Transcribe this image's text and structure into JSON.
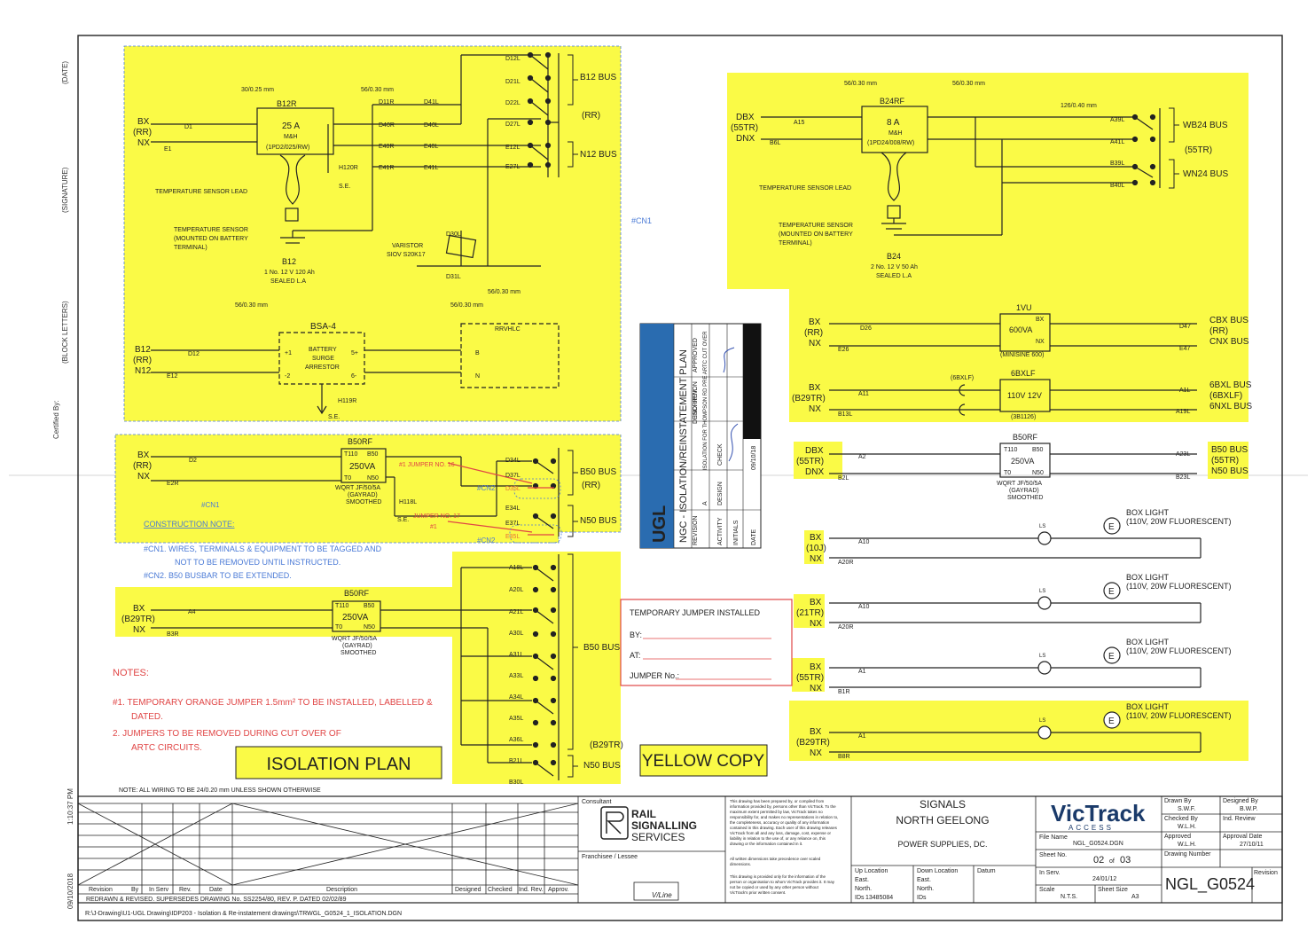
{
  "colors": {
    "highlight": "#fafa46",
    "red": "#e04545",
    "blue": "#4a7ad6",
    "ink": "#222222",
    "orange": "#e8703a"
  },
  "margin_labels": {
    "date": "(DATE)",
    "signature": "(SIGNATURE)",
    "block": "(BLOCK LETTERS)",
    "certified": "Certified By:"
  },
  "left": {
    "bx_rr_nx": [
      "BX",
      "(RR)",
      "NX"
    ],
    "cable_30": "30/0.25 mm",
    "cable_56a": "56/0.30 mm",
    "b12r": "B12R",
    "fuse_amp": "25 A",
    "fuse_type": "M&H",
    "fuse_part": "(1PD2/025/RW)",
    "term_left": [
      "D1",
      "E1"
    ],
    "mid_r": [
      "D11R",
      "D40R",
      "E40R",
      "E41R"
    ],
    "mid_l": [
      "D41L",
      "D40L",
      "E40L",
      "E41L"
    ],
    "bus_l": [
      "D12L",
      "D21L",
      "D22L",
      "D27L",
      "E12L",
      "E27L"
    ],
    "b12_bus": "B12 BUS",
    "rr": "(RR)",
    "n12_bus": "N12 BUS",
    "h120r": "H120R",
    "se": "S.E.",
    "temp_lead": "TEMPERATURE SENSOR LEAD",
    "temp_sensor": [
      "TEMPERATURE SENSOR",
      "(MOUNTED ON BATTERY",
      "TERMINAL)"
    ],
    "varistor": [
      "VARISTOR",
      "SIOV S20K17"
    ],
    "d30l": "D30L",
    "d31l": "D31L",
    "cable_56b": "56/0.30 mm",
    "battery": "B12",
    "battery_spec": [
      "1 No. 12 V 120 Ah",
      "SEALED L.A"
    ],
    "cn1": "#CN1",
    "b12_group": [
      "B12",
      "(RR)",
      "N12"
    ],
    "d12": "D12",
    "e12": "E12",
    "bsa4": "BSA-4",
    "arrestor": [
      "BATTERY",
      "SURGE",
      "ARRESTOR"
    ],
    "pm": [
      "+1",
      "-2",
      "5+",
      "6-"
    ],
    "rrvhlc": "RRVHLC",
    "bn": [
      "B",
      "N"
    ],
    "h119r": "H119R",
    "b50rf": "B50RF",
    "t110": "T110",
    "b50": "B50",
    "t0": "T0",
    "n50": "N50",
    "va250": "250VA",
    "wqrt": [
      "WQRT JF/50/5A",
      "(GAYRAD)",
      "SMOOTHED"
    ],
    "d2": "D2",
    "e2r": "E2R",
    "h118l": "H118L",
    "bus2": [
      "D34L",
      "D37L",
      "D35L",
      "E34L",
      "E37L",
      "E35L"
    ],
    "b50_bus": "B50 BUS",
    "n50_bus": "N50 BUS",
    "cn2": "#CN2",
    "jumper1": "#1 JUMPER NO. 16",
    "jumper2": "JUMPER NO. 17",
    "jumper2b": "#1",
    "construction": "CONSTRUCTION NOTE:",
    "cn_notes": [
      "#CN1.  WIRES, TERMINALS & EQUIPMENT TO BE TAGGED AND",
      "NOT TO BE REMOVED UNTIL INSTRUCTED.",
      "#CN2.  B50 BUSBAR TO BE EXTENDED."
    ],
    "b29tr_group": [
      "BX",
      "(B29TR)",
      "NX"
    ],
    "a4": "A4",
    "b3r": "B3R",
    "bus3": [
      "A18L",
      "A20L",
      "A21L",
      "A30L",
      "A31L",
      "A33L",
      "A34L",
      "A35L",
      "A36L",
      "B21L",
      "B30L"
    ],
    "b29tr": "(B29TR)",
    "notes_title": "NOTES:",
    "notes": [
      "#1. TEMPORARY ORANGE JUMPER 1.5mm² TO BE INSTALLED, LABELLED &",
      "DATED.",
      "2.   JUMPERS TO BE REMOVED DURING CUT OVER OF",
      "ARTC CIRCUITS."
    ],
    "isolation_plan": "ISOLATION PLAN",
    "wiring_note": "NOTE: ALL WIRING TO BE 24/0.20 mm UNLESS SHOWN OTHERWISE"
  },
  "temp_box": {
    "title": "TEMPORARY JUMPER INSTALLED",
    "by": "BY:",
    "at": "AT:",
    "jumper": "JUMPER No.:"
  },
  "yellow_copy": "YELLOW COPY",
  "rev": {
    "ugl": "UGL",
    "title": "NGC - ISOLATION/REINSTATEMENT PLAN",
    "cols": [
      "REVISION",
      "DESCRIPTION",
      "IND. REV.",
      "APPROVED"
    ],
    "rows": [
      "ACTIVITY",
      "DESIGN",
      "CHECK",
      "INITIALS",
      "DATE"
    ],
    "rev_a": "A",
    "desc": "ISOLATION FOR THOMPSON RD PRE ARTC CUT OVER",
    "date": "09/10/18"
  },
  "right": {
    "dbx_group": [
      "DBX",
      "(55TR)",
      "DNX"
    ],
    "a15": "A15",
    "b6l": "B6L",
    "cable_56a": "56/0.30 mm",
    "cable_56b": "56/0.30 mm",
    "cable_126": "126/0.40 mm",
    "b24rf": "B24RF",
    "fuse_amp": "8 A",
    "fuse_type": "M&H",
    "fuse_part": "(1PD24/008/RW)",
    "bus_t": [
      "A39L",
      "A41L",
      "B39L",
      "B40L"
    ],
    "wb24": "WB24 BUS",
    "tr55": "(55TR)",
    "wn24": "WN24 BUS",
    "temp_lead": "TEMPERATURE SENSOR LEAD",
    "temp_sensor": [
      "TEMPERATURE SENSOR",
      "(MOUNTED ON BATTERY",
      "TERMINAL)"
    ],
    "b24": "B24",
    "b24_spec": [
      "2 No. 12 V 50 Ah",
      "SEALED L.A"
    ],
    "vu": "1VU",
    "vu_va": "600VA",
    "vu_part": "(MINISINE 600)",
    "bxnx": [
      "BX",
      "NX"
    ],
    "bx_rr": [
      "BX",
      "(RR)",
      "NX"
    ],
    "d26": "D26",
    "e26": "E26",
    "d47": "D47",
    "e47": "E47",
    "cbx": [
      "CBX BUS",
      "(RR)",
      "CNX BUS"
    ],
    "bxlf": "6BXLF",
    "bxlf_v": "110V 12V",
    "bxlf_part": "(3B1126)",
    "bxlf_tag": "(6BXLF)",
    "bx_b29": [
      "BX",
      "(B29TR)",
      "NX"
    ],
    "a11": "A11",
    "b13l": "B13L",
    "a1l": "A1L",
    "a19l": "A19L",
    "bxl": [
      "6BXL BUS",
      "(6BXLF)",
      "6NXL BUS"
    ],
    "dbx2": [
      "DBX",
      "(55TR)",
      "DNX"
    ],
    "a2": "A2",
    "b2l": "B2L",
    "b50rf": "B50RF",
    "t110": "T110",
    "b50": "B50",
    "t0": "T0",
    "n50": "N50",
    "va250": "250VA",
    "wqrt": [
      "WQRT JF/50/5A",
      "(GAYRAD)",
      "SMOOTHED"
    ],
    "a23l": "A23L",
    "b23l": "B23L",
    "b50bus": [
      "B50 BUS",
      "(55TR)",
      "N50 BUS"
    ],
    "lights": [
      {
        "group": [
          "BX",
          "(10J)",
          "NX"
        ],
        "t1": "A10",
        "t2": "A20R"
      },
      {
        "group": [
          "BX",
          "(21TR)",
          "NX"
        ],
        "t1": "A10",
        "t2": "A20R"
      },
      {
        "group": [
          "BX",
          "(55TR)",
          "NX"
        ],
        "t1": "A1",
        "t2": "B1R"
      },
      {
        "group": [
          "BX",
          "(B29TR)",
          "NX"
        ],
        "t1": "A1",
        "t2": "B8R"
      }
    ],
    "box_light": [
      "BOX LIGHT",
      "(110V, 20W FLUORESCENT)"
    ],
    "ls": "LS",
    "e": "E"
  },
  "title": {
    "revs": "REDRAWN & REVISED. SUPERSEDES DRAWING No. SS2254/80, REV. P. DATED 02/02/89",
    "headers": [
      "Revision",
      "By",
      "In Serv",
      "Rev.",
      "Date",
      "Description",
      "Designed",
      "Checked",
      "Ind. Rev.",
      "Approv."
    ],
    "consultant": "Consultant",
    "company": [
      "RAIL",
      "SIGNALLING",
      "SERVICES"
    ],
    "franchisee": "Franchisee / Lessee",
    "vline": "V/Line",
    "disclaimer": [
      "This drawing has been prepared by, or compiled from",
      "information provided by, persons other than VicTrack. To the",
      "maximum extent permitted by law, VicTrack takes no",
      "responsibility for, and makes no representations in relation to,",
      "the completeness, accuracy or quality of any information",
      "contained in this drawing. Each user of this drawing releases",
      "VicTrack from all and any loss, damage, cost, expense or",
      "liability in relation to the use of, or any reliance on, this",
      "drawing or the information contained in it.",
      "All written dimensions take precedence over scaled",
      "dimensions.",
      "This drawing is provided only for the information of the",
      "person or organisation to whom VicTrack provides it. It may",
      "not be copied or used by any other person without",
      "VicTrack's prior written consent."
    ],
    "signals": "SIGNALS",
    "station": "NORTH GEELONG",
    "subject": "POWER SUPPLIES, DC.",
    "loc": [
      "Up Location",
      "East.",
      "North.",
      "IDs",
      "Down Location",
      "East.",
      "North.",
      "IDs",
      "Datum"
    ],
    "ids": "13485084",
    "logo": "VicTrack",
    "access": "ACCESS",
    "file": "File Name",
    "file_val": "NGL_G0524.DGN",
    "sheet_no": "Sheet No.",
    "sheet": "02",
    "of": "of",
    "sheets": "03",
    "inserv": "In Serv.",
    "inserv_val": "24/01/12",
    "scale": "Scale",
    "scale_val": "N.T.S.",
    "size": "Sheet Size",
    "size_val": "A3",
    "drawn": "Drawn By",
    "drawn_val": "S.W.F.",
    "designed": "Designed By",
    "designed_val": "B.W.P.",
    "checked": "Checked By",
    "checked_val": "W.L.H.",
    "indrev": "Ind. Review",
    "approved": "Approved",
    "approved_val": "W.L.H.",
    "appdate": "Approval Date",
    "appdate_val": "27/10/11",
    "drno": "Drawing Number",
    "drno_val": "NGL_G0524",
    "revision": "Revision",
    "path": "R:\\J-Drawing\\U1-UGL Drawing\\IDP203 - Isolation & Re-instatement drawings\\TRWGL_G0524_1_ISOLATION.DGN",
    "date_left": "09/10/2018",
    "time_left": "1:10:37 PM"
  }
}
